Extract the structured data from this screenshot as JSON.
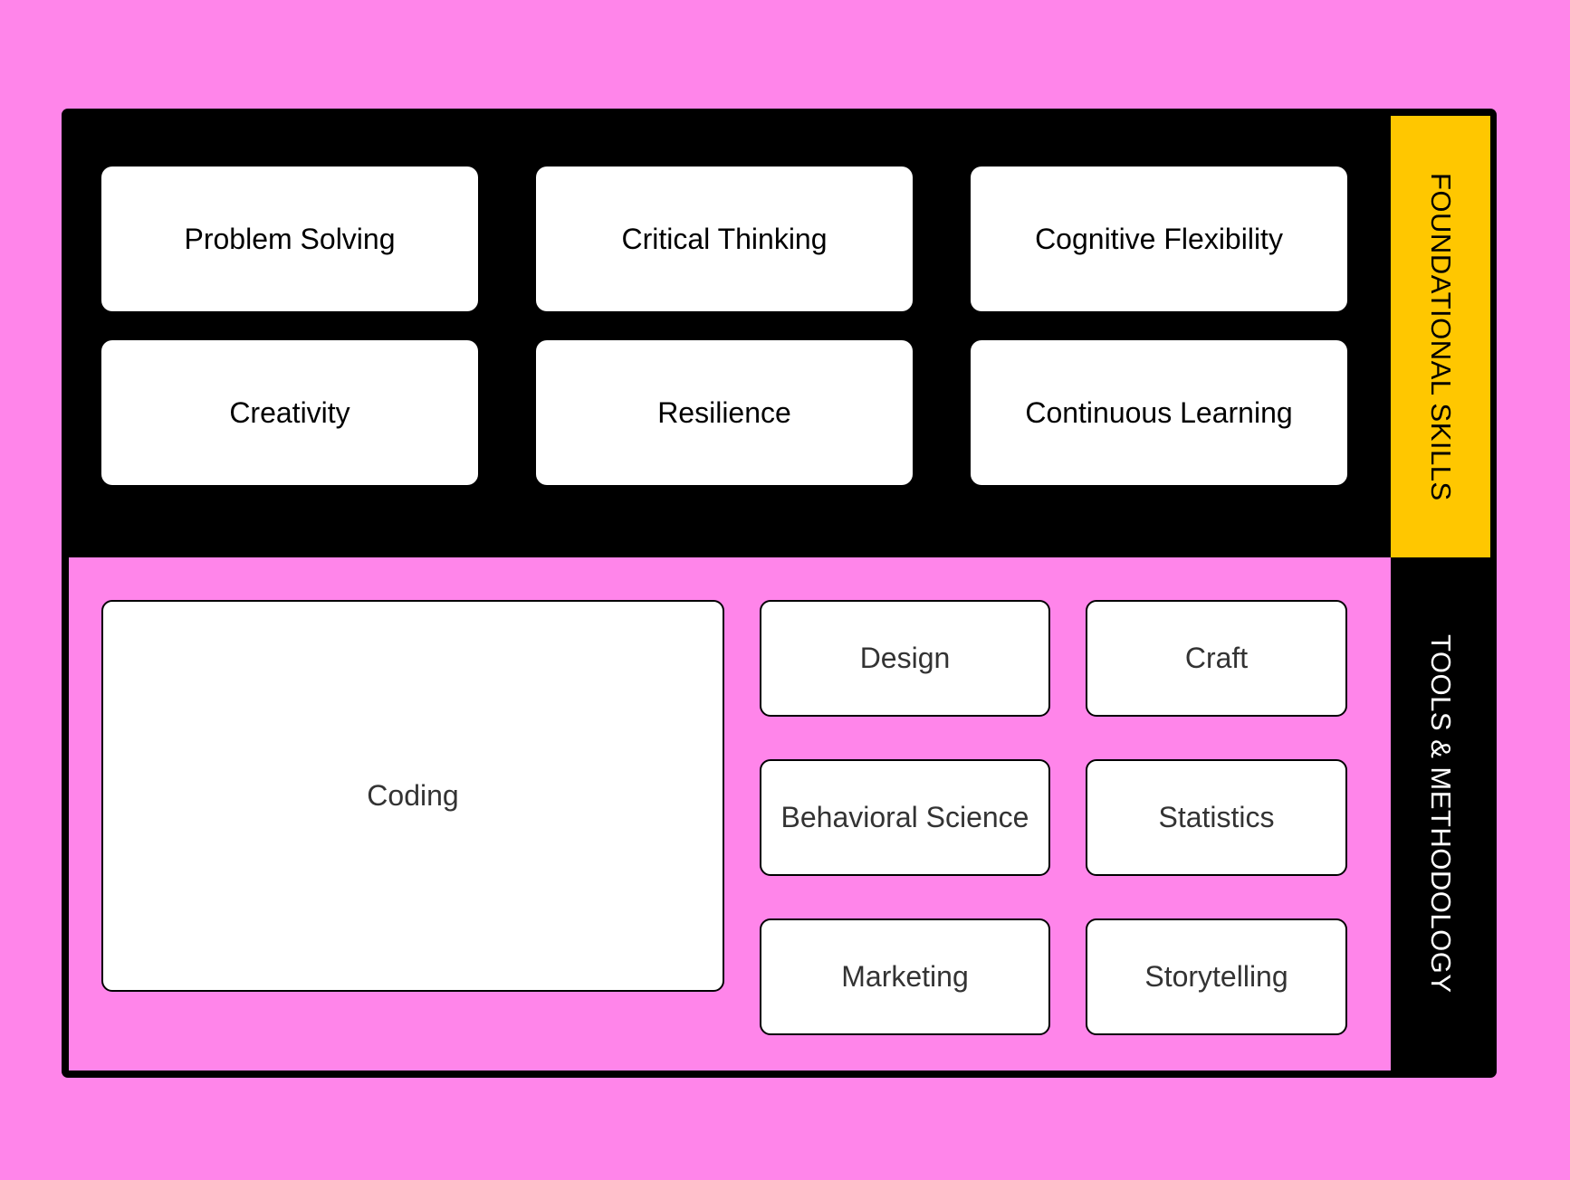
{
  "colors": {
    "background": "#FF85EA",
    "frame": "#000000",
    "foundational_label_bg": "#FFC700",
    "card_bg": "#FFFFFF",
    "tools_text": "#333333"
  },
  "foundational": {
    "label": "FOUNDATIONAL SKILLS",
    "items": [
      {
        "label": "Problem Solving"
      },
      {
        "label": "Critical Thinking"
      },
      {
        "label": "Cognitive Flexibility"
      },
      {
        "label": "Creativity"
      },
      {
        "label": "Resilience"
      },
      {
        "label": "Continuous Learning"
      }
    ]
  },
  "tools": {
    "label": "TOOLS & METHODOLOGY",
    "feature": {
      "label": "Coding"
    },
    "items": [
      {
        "label": "Design"
      },
      {
        "label": "Craft"
      },
      {
        "label": "Behavioral Science"
      },
      {
        "label": "Statistics"
      },
      {
        "label": "Marketing"
      },
      {
        "label": "Storytelling"
      }
    ]
  }
}
